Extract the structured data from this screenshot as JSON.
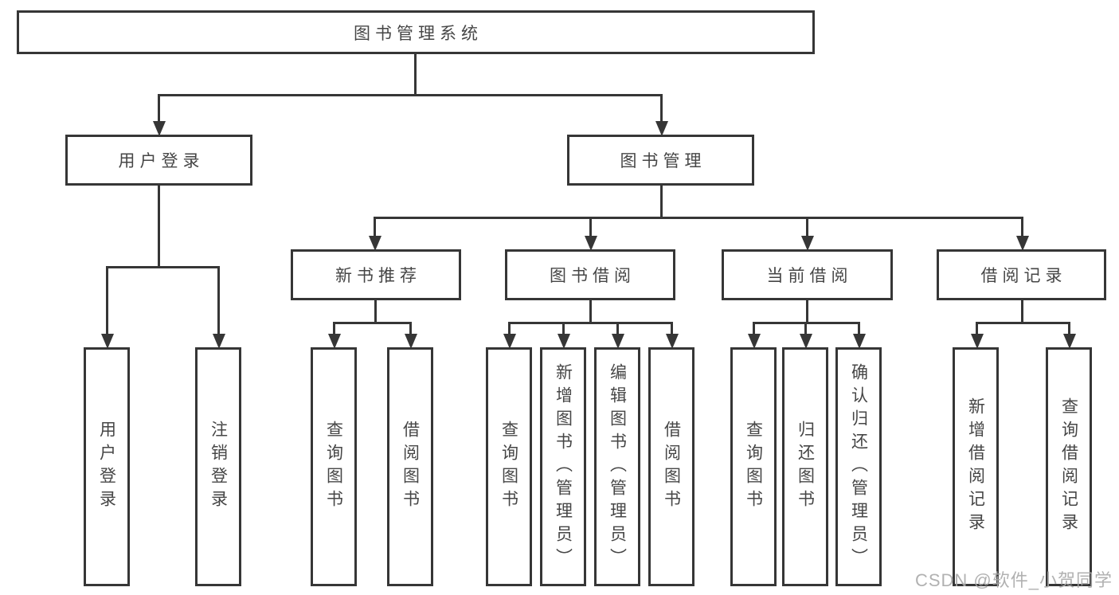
{
  "diagram": {
    "type": "tree",
    "tree": {
      "root": {
        "label": "图书管理系统"
      },
      "children": [
        {
          "label": "用户登录",
          "children": [
            {
              "label": "用户登录"
            },
            {
              "label": "注销登录"
            }
          ]
        },
        {
          "label": "图书管理",
          "children": [
            {
              "label": "新书推荐",
              "children": [
                {
                  "label": "查询图书"
                },
                {
                  "label": "借阅图书"
                }
              ]
            },
            {
              "label": "图书借阅",
              "children": [
                {
                  "label": "查询图书"
                },
                {
                  "label": "新增图书（管理员）"
                },
                {
                  "label": "编辑图书（管理员）"
                },
                {
                  "label": "借阅图书"
                }
              ]
            },
            {
              "label": "当前借阅",
              "children": [
                {
                  "label": "查询图书"
                },
                {
                  "label": "归还图书"
                },
                {
                  "label": "确认归还（管理员）"
                }
              ]
            },
            {
              "label": "借阅记录",
              "children": [
                {
                  "label": "新增借阅记录"
                },
                {
                  "label": "查询借阅记录"
                }
              ]
            }
          ]
        }
      ]
    },
    "watermark": {
      "text": "CSDN @软件_小贺同学"
    },
    "colors": {
      "background": "#ffffff",
      "line": "#363636",
      "text": "#464646",
      "watermark": "#a8a8a8"
    }
  }
}
